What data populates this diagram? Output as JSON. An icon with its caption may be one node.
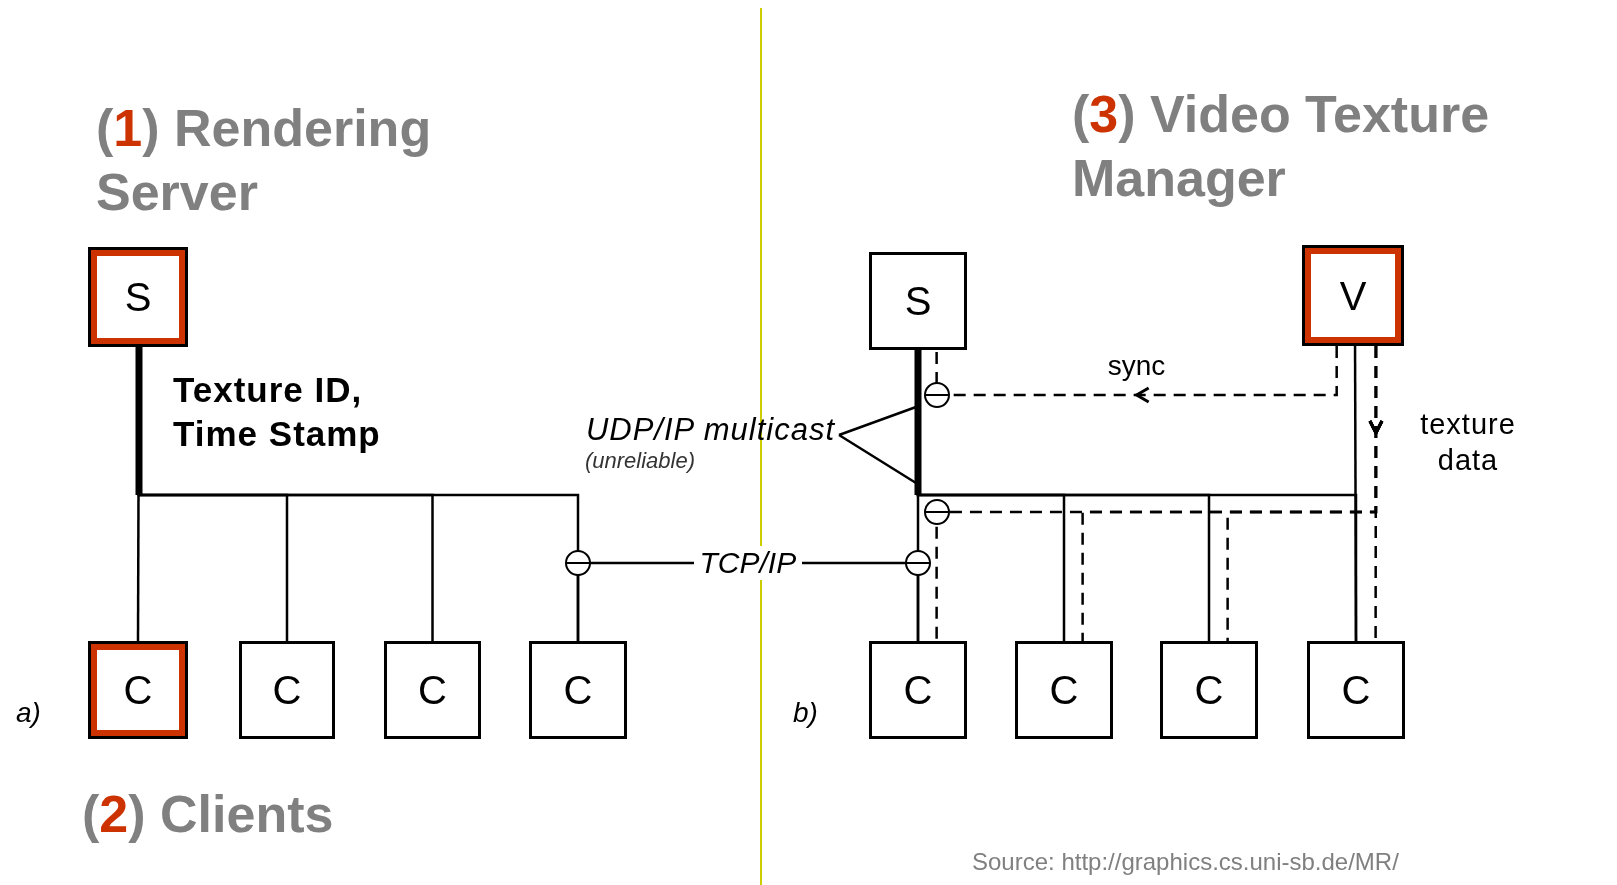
{
  "diagram": {
    "nodes": [
      {
        "text": [
          "S"
        ]
      },
      {
        "text": [
          "C"
        ]
      },
      {
        "text": [
          "C"
        ]
      },
      {
        "text": [
          "C"
        ]
      },
      {
        "text": [
          "C"
        ]
      },
      {
        "text": [
          "S"
        ]
      },
      {
        "text": [
          "V"
        ]
      },
      {
        "text": [
          "C"
        ]
      },
      {
        "text": [
          "C"
        ]
      },
      {
        "text": [
          "C"
        ]
      },
      {
        "text": [
          "C"
        ]
      },
      {
        "text": [
          "UDP/IP multicast",
          "(unreliable)"
        ]
      }
    ],
    "edges": [
      {
        "from": 0,
        "to": 1,
        "arrow": "none"
      },
      {
        "from": 0,
        "to": 2,
        "arrow": "none"
      },
      {
        "from": 0,
        "to": 3,
        "arrow": "none"
      },
      {
        "from": 0,
        "to": 4,
        "arrow": "none"
      },
      {
        "from": 4,
        "to": 7,
        "arrow": "none",
        "label": "TCP/IP"
      },
      {
        "from": 5,
        "to": 7,
        "arrow": "none"
      },
      {
        "from": 5,
        "to": 8,
        "arrow": "none"
      },
      {
        "from": 5,
        "to": 9,
        "arrow": "none"
      },
      {
        "from": 5,
        "to": 10,
        "arrow": "none"
      },
      {
        "from": 6,
        "to": 10,
        "arrow": "none"
      },
      {
        "from": 6,
        "to": 5,
        "arrow": "to",
        "style": "dashed",
        "label": "sync"
      },
      {
        "from": 6,
        "to": 7,
        "arrow": "to",
        "style": "dashed"
      },
      {
        "from": 6,
        "to": 8,
        "arrow": "to",
        "style": "dashed"
      },
      {
        "from": 6,
        "to": 9,
        "arrow": "to",
        "style": "dashed"
      },
      {
        "from": 6,
        "to": 10,
        "arrow": "to",
        "style": "dashed"
      },
      {
        "from": 11,
        "to": 5,
        "arrow": "none"
      }
    ],
    "labels": [
      "(1) Rendering Server",
      "(3) Video Texture Manager",
      "Texture ID, Time Stamp",
      "texture data",
      "a)",
      "b)",
      "(2) Clients",
      "Source:  http://graphics.cs.uni-sb.de/MR/"
    ]
  }
}
